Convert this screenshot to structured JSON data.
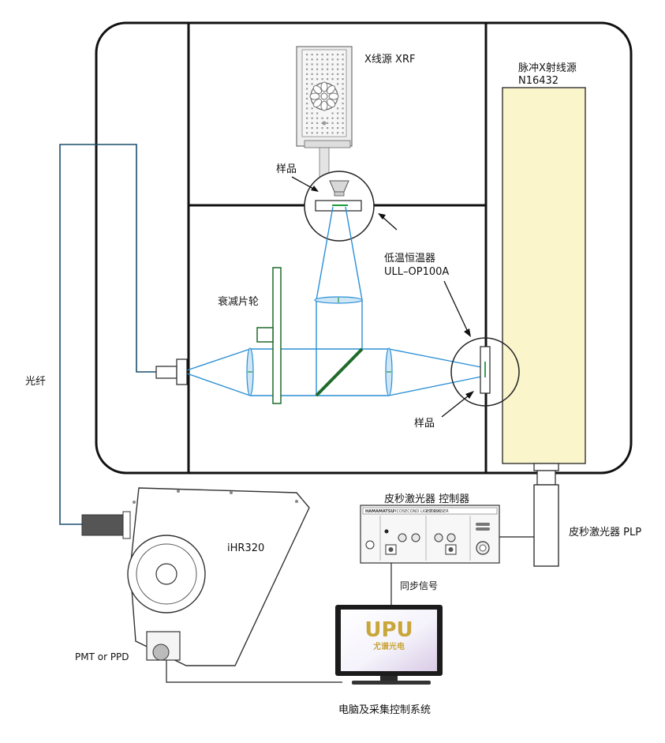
{
  "labels": {
    "xray_source": "X线源 XRF",
    "pulsed_xray_line1": "脉冲X射线源",
    "pulsed_xray_line2": "N16432",
    "sample_top": "样品",
    "cryostat_line1": "低温恒温器",
    "cryostat_line2": "ULL–OP100A",
    "attenuator_wheel": "衰减片轮",
    "optical_fiber": "光纤",
    "sample_bottom": "样品",
    "ps_laser_controller": "皮秒激光器 控制器",
    "ps_laser_plp": "皮秒激光器 PLP",
    "spectrometer": "iHR320",
    "sync_signal": "同步信号",
    "detector": "PMT or PPD",
    "pc_system": "电脑及采集控制系统"
  },
  "controller_panel": {
    "brand": "HAMAMATSU",
    "subtitle": "PICOSECOND LIGHT PULSER",
    "model": "C10196"
  },
  "monitor_logo": {
    "main": "UPU",
    "sub": "尤谱光电"
  },
  "colors": {
    "beam": "#2a8fd6",
    "fiber": "#1b4f6e",
    "green_optics": "#1f6b2a",
    "xray_source_fill": "#fbf5cc",
    "enclosure": "#111111"
  }
}
